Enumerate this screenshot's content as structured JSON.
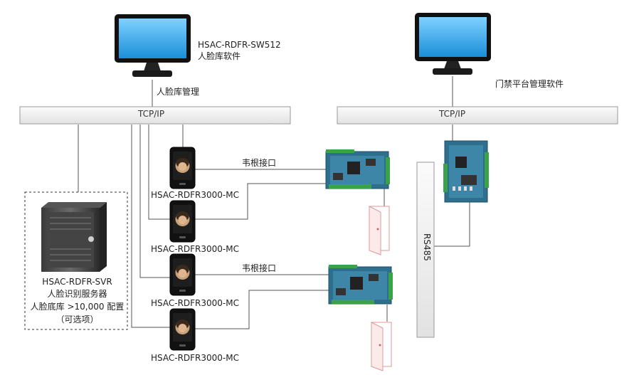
{
  "software_left": {
    "model": "HSAC-RDFR-SW512",
    "name": "人脸库软件"
  },
  "face_mgmt_label": "人脸库管理",
  "software_right": {
    "name": "门禁平台管理软件"
  },
  "bus_left": {
    "label": "TCP/IP"
  },
  "bus_right": {
    "label": "TCP/IP"
  },
  "rs485": {
    "label": "RS485"
  },
  "wiegand": [
    "韦根接口",
    "韦根接口"
  ],
  "readers": [
    {
      "label": "HSAC-RDFR3000-MC"
    },
    {
      "label": "HSAC-RDFR3000-MC"
    },
    {
      "label": "HSAC-RDFR3000-MC"
    },
    {
      "label": "HSAC-RDFR3000-MC"
    }
  ],
  "server": {
    "model": "HSAC-RDFR-SVR",
    "name": "人脸识别服务器",
    "capacity": "人脸底库 >10,000 配置",
    "optional": "（可选项）"
  },
  "colors": {
    "bus_fill": "#f0f0f0",
    "bus_stroke": "#999999",
    "line": "#555555",
    "screen": "#2aa5e8",
    "board": "#2f6f8e"
  }
}
